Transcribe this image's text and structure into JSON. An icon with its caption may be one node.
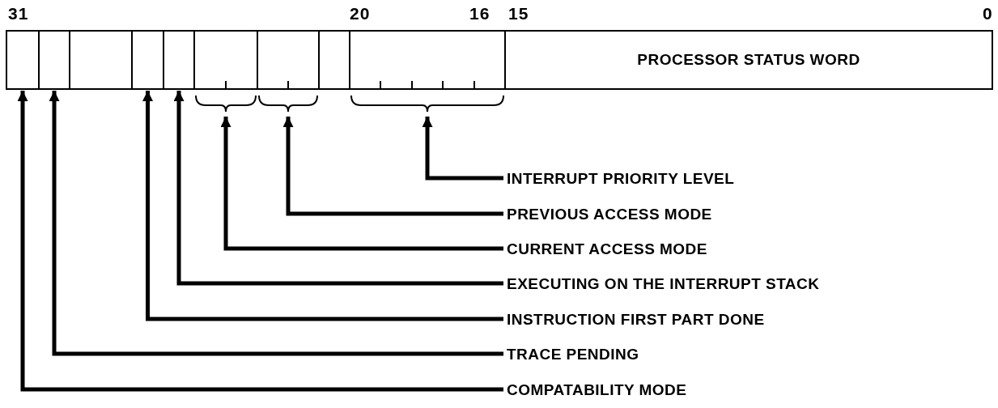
{
  "diagram": {
    "nodes": [
      {
        "text": [],
        "shape": "box"
      },
      {
        "text": [],
        "shape": "box"
      },
      {
        "text": [],
        "shape": "box"
      },
      {
        "text": [],
        "shape": "box"
      },
      {
        "text": [],
        "shape": "box"
      },
      {
        "text": [],
        "shape": "box"
      },
      {
        "text": [],
        "shape": "box"
      },
      {
        "text": [],
        "shape": "box"
      },
      {
        "text": [],
        "shape": "box"
      },
      {
        "text": [
          "PROCESSOR STATUS WORD"
        ]
      },
      {
        "text": [
          "INTERRUPT PRIORITY LEVEL"
        ]
      },
      {
        "text": [
          "PREVIOUS ACCESS MODE"
        ]
      },
      {
        "text": [
          "CURRENT ACCESS MODE"
        ]
      },
      {
        "text": [
          "EXECUTING ON THE INTERRUPT STACK"
        ]
      },
      {
        "text": [
          "INSTRUCTION FIRST PART DONE"
        ]
      },
      {
        "text": [
          "TRACE PENDING"
        ]
      },
      {
        "text": [
          "COMPATABILITY MODE"
        ]
      }
    ],
    "edges": [
      {
        "from": 10,
        "to": 8,
        "arrow": "to"
      },
      {
        "from": 11,
        "to": 6,
        "arrow": "to"
      },
      {
        "from": 12,
        "to": 5,
        "arrow": "to"
      },
      {
        "from": 13,
        "to": 4,
        "arrow": "to"
      },
      {
        "from": 14,
        "to": 3,
        "arrow": "to"
      },
      {
        "from": 15,
        "to": 1,
        "arrow": "to"
      },
      {
        "from": 16,
        "to": 0,
        "arrow": "to"
      }
    ],
    "labels": [
      "31",
      "20",
      "16",
      "15",
      "0"
    ]
  }
}
